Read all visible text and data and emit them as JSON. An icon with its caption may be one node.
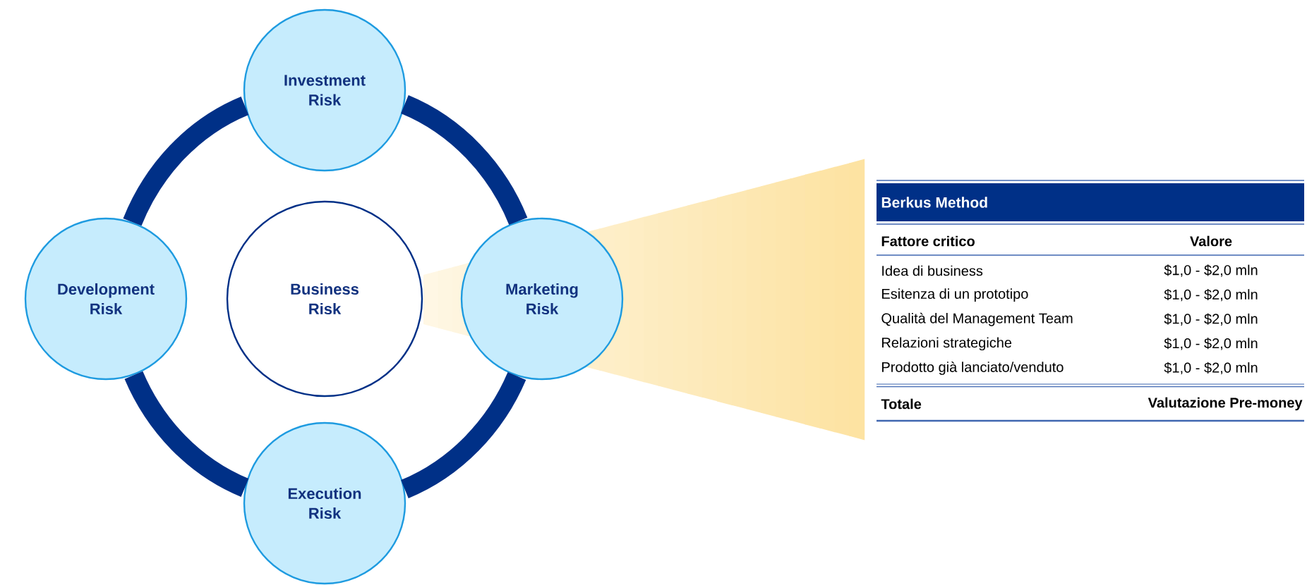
{
  "diagram": {
    "nodes": [
      {
        "text": [
          "Investment Risk"
        ]
      },
      {
        "text": [
          "Development Risk"
        ]
      },
      {
        "text": [
          "Business Risk"
        ]
      },
      {
        "text": [
          "Marketing Risk"
        ]
      },
      {
        "text": [
          "Execution Risk"
        ]
      }
    ],
    "edges": [
      {
        "from": 0,
        "to": 3,
        "arrow": "none"
      },
      {
        "from": 3,
        "to": 4,
        "arrow": "none"
      },
      {
        "from": 4,
        "to": 1,
        "arrow": "none"
      },
      {
        "from": 1,
        "to": 0,
        "arrow": "none"
      }
    ],
    "labels": [
      "Berkus Method",
      "Fattore critico",
      "Valore",
      "Idea di business",
      "$1,0 - $2,0 mln",
      "Esitenza di un prototipo",
      "$1,0 - $2,0 mln",
      "Qualità del Management Team",
      "$1,0 - $2,0 mln",
      "Relazioni strategiche",
      "$1,0 - $2,0 mln",
      "Prodotto già lanciato/venduto",
      "$1,0 - $2,0 mln",
      "Totale",
      "Valutazione Pre-money"
    ]
  }
}
